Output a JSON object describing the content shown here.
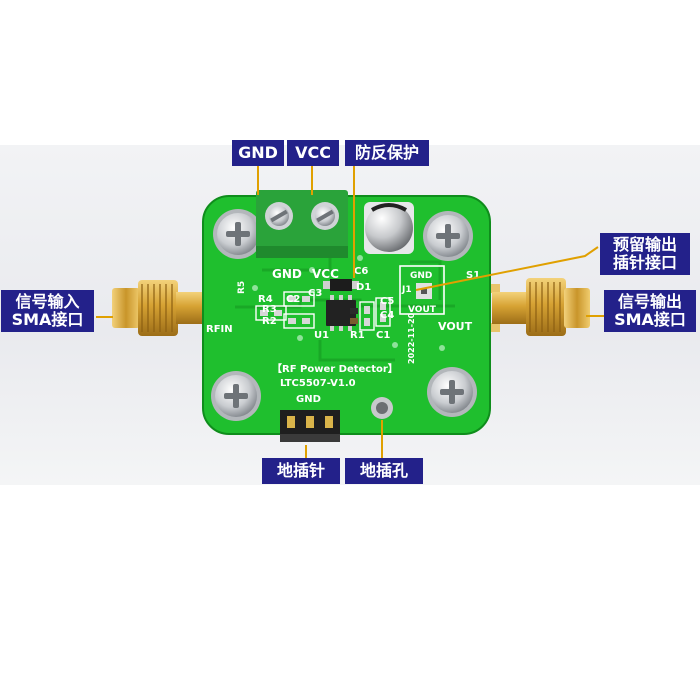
{
  "callouts": {
    "gnd": "GND",
    "vcc": "VCC",
    "reverse_protection": "防反保护",
    "reserved_header": {
      "line1": "预留输出",
      "line2": "插针接口"
    },
    "signal_input": {
      "line1": "信号输入",
      "line2": "SMA接口"
    },
    "signal_output": {
      "line1": "信号输出",
      "line2": "SMA接口"
    },
    "ground_pins": "地插针",
    "ground_hole": "地插孔"
  },
  "silkscreen": {
    "gnd_terminal": "GND",
    "vcc_terminal": "VCC",
    "c6": "C6",
    "d1": "D1",
    "j1_gnd": "GND",
    "j1": "J1",
    "j1_vout": "VOUT",
    "s1": "S1",
    "r4": "R4",
    "c2": "C2",
    "c3": "C3",
    "r5": "R5",
    "r3": "R3",
    "r2": "R2",
    "c5": "C5",
    "c4": "C4",
    "u1": "U1",
    "r1": "R1",
    "c1": "C1",
    "rfin": "RFIN",
    "vout": "VOUT",
    "title": "【RF Power Detector】",
    "model": "LTC5507-V1.0",
    "gnd_header": "GND",
    "date": "2022-11-20"
  },
  "colors": {
    "callout_bg": "#23218a",
    "pcb": "#1fbf2e",
    "gold": "#d7a93a",
    "terminal": "#2aa33a",
    "line": "#e0a000"
  }
}
